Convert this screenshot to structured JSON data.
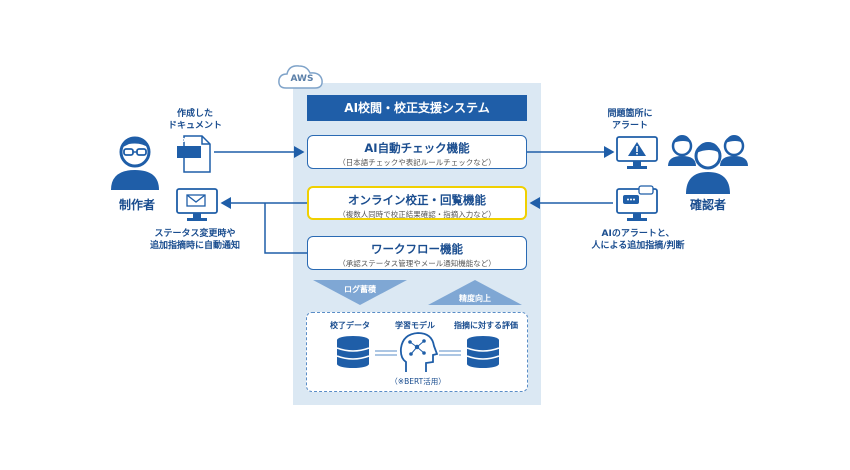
{
  "aws_label": "AWS",
  "system_title": "AI校閲・校正支援システム",
  "features": [
    {
      "title": "AI自動チェック機能",
      "sub": "（日本語チェックや表記ルールチェックなど）"
    },
    {
      "title": "オンライン校正・回覧機能",
      "sub": "（複数人同時で校正結果確認・指摘入力など）"
    },
    {
      "title": "ワークフロー機能",
      "sub": "（承認ステータス管理やメール通知機能など）"
    }
  ],
  "left": {
    "doc_label_1": "作成した",
    "doc_label_2": "ドキュメント",
    "pdf": "PDF",
    "creator": "制作者",
    "notify_1": "ステータス変更時や",
    "notify_2": "追加指摘時に自動通知"
  },
  "right": {
    "alert_1": "問題箇所に",
    "alert_2": "アラート",
    "reviewer": "確認者",
    "judge_1": "AIのアラートと、",
    "judge_2": "人による追加指摘/判断"
  },
  "flow": {
    "log": "ログ蓄積",
    "precision": "精度向上",
    "data": "校了データ",
    "model": "学習モデル",
    "eval": "指摘に対する評価",
    "bert": "（※BERT活用）"
  },
  "colors": {
    "primary": "#1f5ea8",
    "panel": "#dbe8f3",
    "highlight": "#f0d000"
  }
}
